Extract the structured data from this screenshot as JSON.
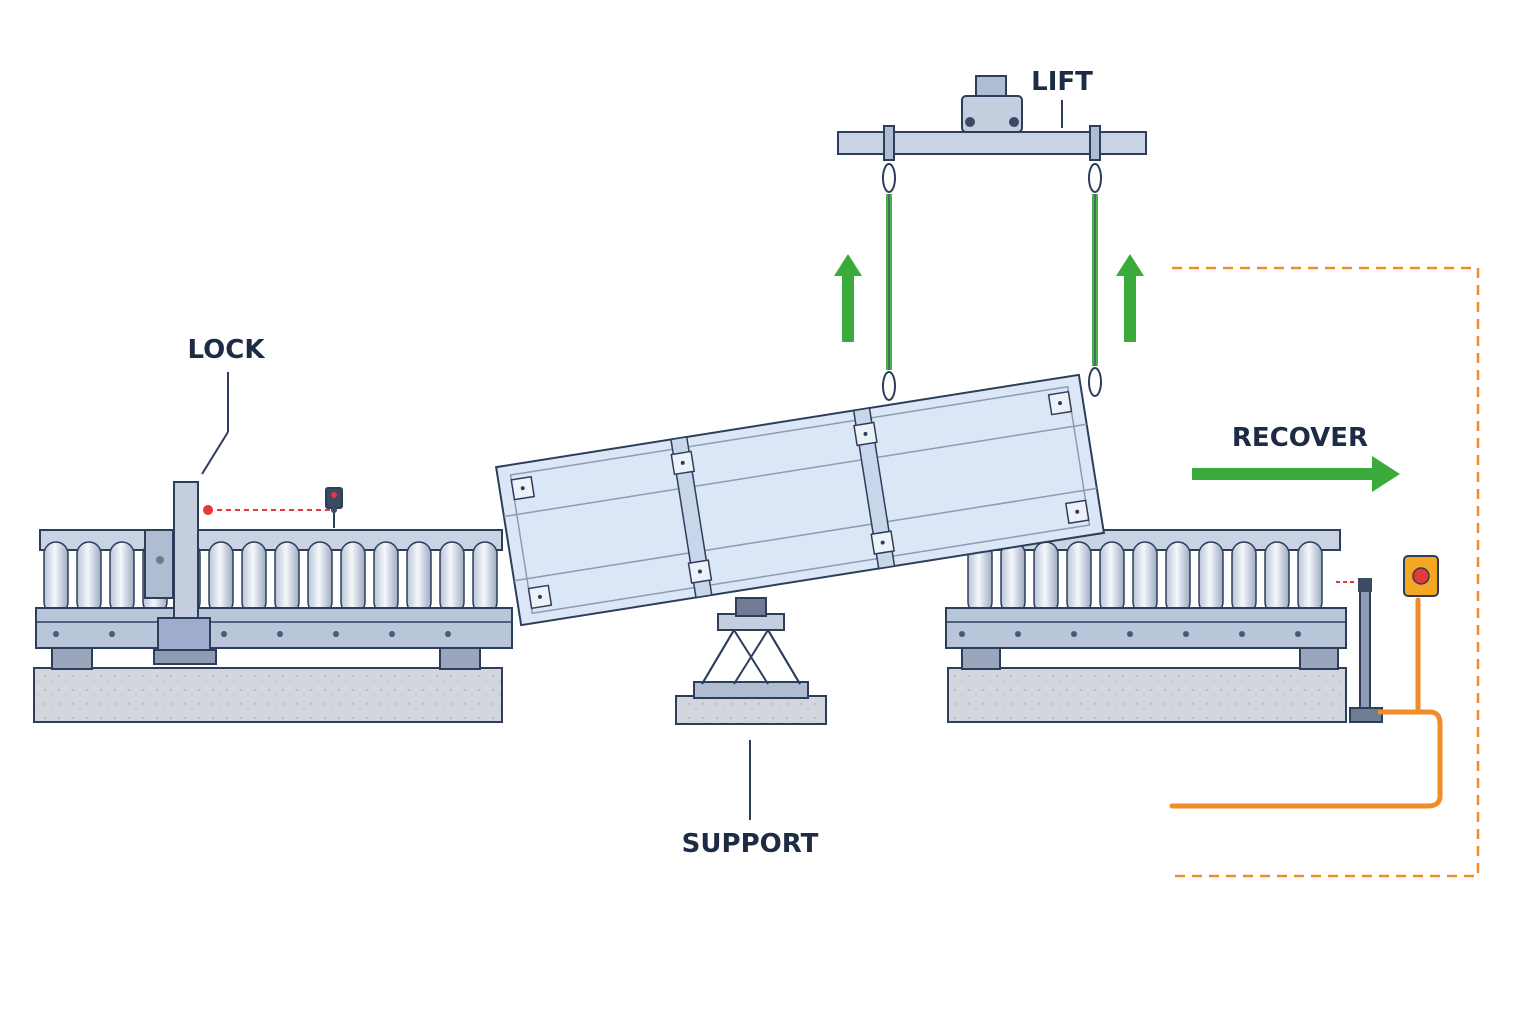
{
  "labels": {
    "lift": "LIFT",
    "lock": "LOCK",
    "recover": "RECOVER",
    "support": "SUPPORT"
  },
  "colors": {
    "ink": "#2c3e5c",
    "steel": "#c9d3e3",
    "steel_dark": "#8e9bb3",
    "roller": "#dde4ee",
    "concrete": "#cfd2d8",
    "panel": "#dbe6f6",
    "arrow_green": "#3aab3a",
    "sling_green": "#4caf50",
    "sensor_red": "#e53935",
    "cable_orange": "#f28c28",
    "button_orange": "#f5a623"
  },
  "icons": [
    "lift-hoist-icon",
    "lock-clamp-icon",
    "photo-sensor-icon",
    "emergency-button-icon",
    "up-arrow-icon",
    "right-arrow-icon"
  ]
}
